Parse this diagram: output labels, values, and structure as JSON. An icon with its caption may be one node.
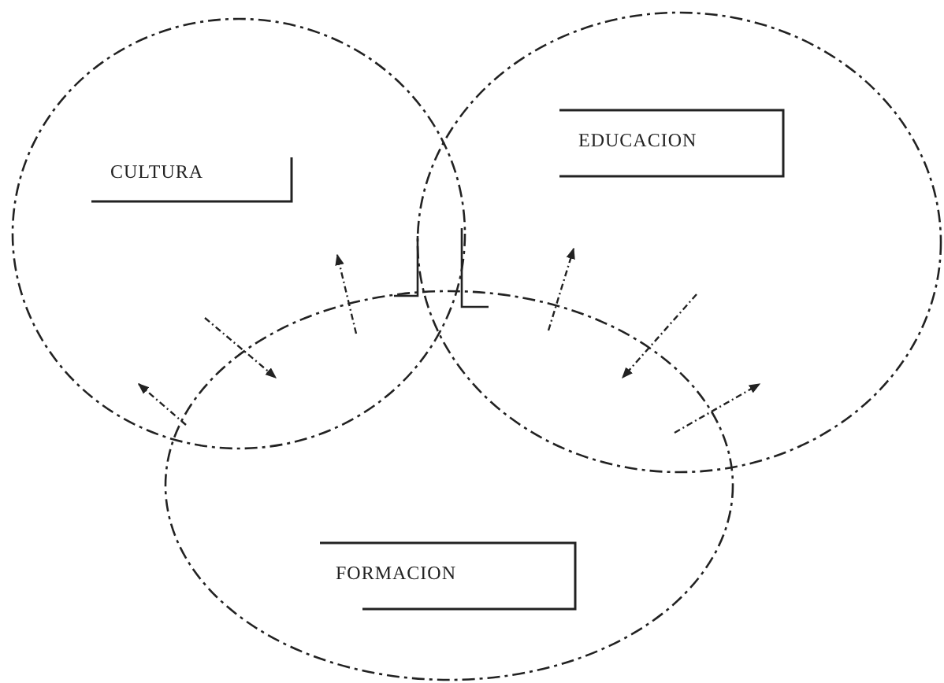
{
  "diagram": {
    "nodes": [
      {
        "text": [
          "CULTURA"
        ]
      },
      {
        "text": [
          "EDUCACION"
        ]
      },
      {
        "text": [
          "FORMACION"
        ]
      }
    ],
    "edges": [
      {
        "from": 0,
        "to": 2,
        "arrow": "to"
      },
      {
        "from": 2,
        "to": 0,
        "arrow": "to"
      },
      {
        "from": 2,
        "to": 0,
        "arrow": "to"
      },
      {
        "from": 2,
        "to": 1,
        "arrow": "to"
      },
      {
        "from": 1,
        "to": 2,
        "arrow": "to"
      },
      {
        "from": 2,
        "to": 1,
        "arrow": "to"
      }
    ]
  }
}
